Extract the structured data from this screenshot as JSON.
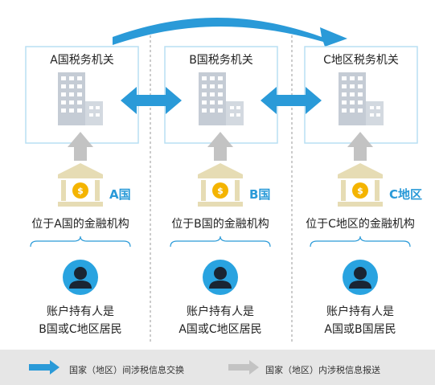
{
  "columns": [
    {
      "authority": "A国税务机关",
      "country_tag": "A国",
      "institution": "位于A国的金融机构",
      "holder_line1": "账户持有人是",
      "holder_line2": "B国或C地区居民"
    },
    {
      "authority": "B国税务机关",
      "country_tag": "B国",
      "institution": "位于B国的金融机构",
      "holder_line1": "账户持有人是",
      "holder_line2": "A国或C地区居民"
    },
    {
      "authority": "C地区税务机关",
      "country_tag": "C地区",
      "institution": "位于C地区的金融机构",
      "holder_line1": "账户持有人是",
      "holder_line2": "A国或B国居民"
    }
  ],
  "legend": {
    "blue_arrow": "国家（地区）间涉税信息交换",
    "gray_arrow": "国家（地区）内涉税信息报送"
  },
  "colors": {
    "blue": "#2a9ad8",
    "gray": "#c3c3c3",
    "box_border": "#b9dff3",
    "building": "#c5ccd5",
    "bank": "#e6dcb4",
    "coin": "#f4b400",
    "person_circle": "#29a3e0"
  },
  "icons": [
    "office-building-icon",
    "bank-icon",
    "person-icon",
    "blue-arrow-icon",
    "gray-arrow-icon"
  ]
}
